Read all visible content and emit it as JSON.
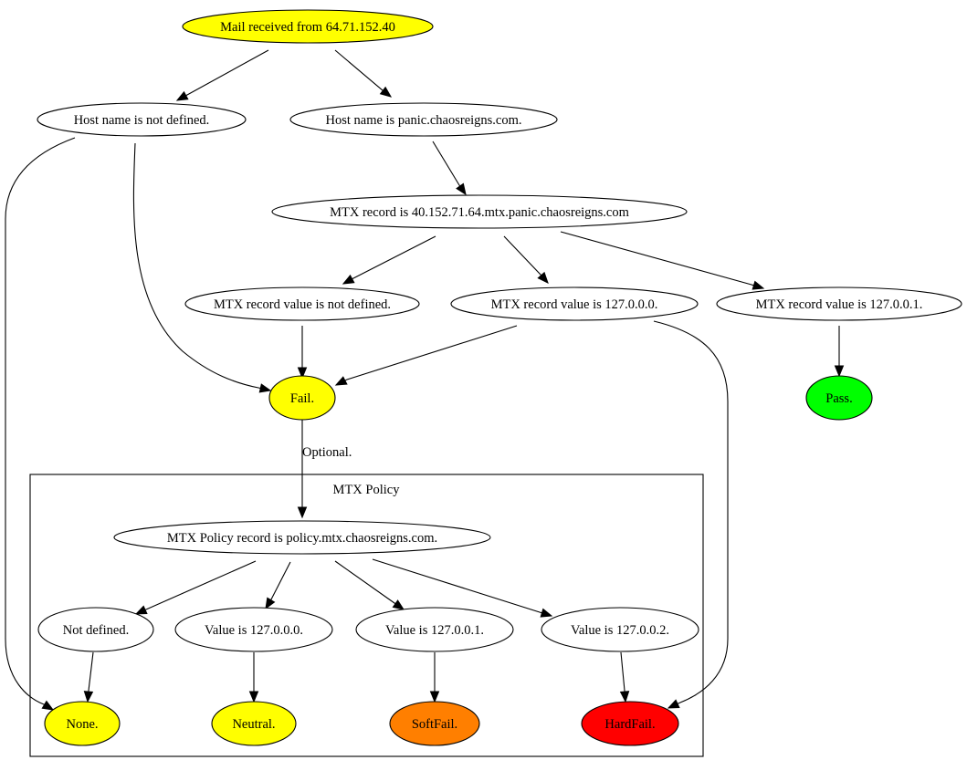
{
  "graph": {
    "cluster": {
      "label": "MTX Policy"
    },
    "colors": {
      "yellow": "#ffff00",
      "white": "#ffffff",
      "green": "#00ff00",
      "orange": "#ff7f00",
      "red": "#ff0000"
    },
    "nodes": [
      {
        "id": "mail",
        "label": "Mail received from 64.71.152.40",
        "fill": "#ffff00"
      },
      {
        "id": "host_undef",
        "label": "Host name is not defined.",
        "fill": "#ffffff"
      },
      {
        "id": "host_def",
        "label": "Host name is panic.chaosreigns.com.",
        "fill": "#ffffff"
      },
      {
        "id": "mtx_record",
        "label": "MTX record is 40.152.71.64.mtx.panic.chaosreigns.com",
        "fill": "#ffffff"
      },
      {
        "id": "mtx_undef",
        "label": "MTX record value is not defined.",
        "fill": "#ffffff"
      },
      {
        "id": "mtx_0",
        "label": "MTX record value is 127.0.0.0.",
        "fill": "#ffffff"
      },
      {
        "id": "mtx_1",
        "label": "MTX record value is 127.0.0.1.",
        "fill": "#ffffff"
      },
      {
        "id": "fail",
        "label": "Fail.",
        "fill": "#ffff00"
      },
      {
        "id": "pass",
        "label": "Pass.",
        "fill": "#00ff00"
      },
      {
        "id": "policy",
        "label": "MTX Policy record is policy.mtx.chaosreigns.com.",
        "fill": "#ffffff"
      },
      {
        "id": "p_undef",
        "label": "Not defined.",
        "fill": "#ffffff"
      },
      {
        "id": "p_0",
        "label": "Value is 127.0.0.0.",
        "fill": "#ffffff"
      },
      {
        "id": "p_1",
        "label": "Value is 127.0.0.1.",
        "fill": "#ffffff"
      },
      {
        "id": "p_2",
        "label": "Value is 127.0.0.2.",
        "fill": "#ffffff"
      },
      {
        "id": "none",
        "label": "None.",
        "fill": "#ffff00"
      },
      {
        "id": "neutral",
        "label": "Neutral.",
        "fill": "#ffff00"
      },
      {
        "id": "softfail",
        "label": "SoftFail.",
        "fill": "#ff7f00"
      },
      {
        "id": "hardfail",
        "label": "HardFail.",
        "fill": "#ff0000"
      }
    ],
    "edges": [
      {
        "from": "mail",
        "to": "host_undef",
        "label": ""
      },
      {
        "from": "mail",
        "to": "host_def",
        "label": ""
      },
      {
        "from": "host_def",
        "to": "mtx_record",
        "label": ""
      },
      {
        "from": "mtx_record",
        "to": "mtx_undef",
        "label": ""
      },
      {
        "from": "mtx_record",
        "to": "mtx_0",
        "label": ""
      },
      {
        "from": "mtx_record",
        "to": "mtx_1",
        "label": ""
      },
      {
        "from": "host_undef",
        "to": "none",
        "label": ""
      },
      {
        "from": "host_undef",
        "to": "fail",
        "label": ""
      },
      {
        "from": "mtx_undef",
        "to": "fail",
        "label": ""
      },
      {
        "from": "mtx_0",
        "to": "fail",
        "label": ""
      },
      {
        "from": "mtx_0",
        "to": "hardfail",
        "label": ""
      },
      {
        "from": "mtx_1",
        "to": "pass",
        "label": ""
      },
      {
        "from": "fail",
        "to": "policy",
        "label": "Optional."
      },
      {
        "from": "policy",
        "to": "p_undef",
        "label": ""
      },
      {
        "from": "policy",
        "to": "p_0",
        "label": ""
      },
      {
        "from": "policy",
        "to": "p_1",
        "label": ""
      },
      {
        "from": "policy",
        "to": "p_2",
        "label": ""
      },
      {
        "from": "p_undef",
        "to": "none",
        "label": ""
      },
      {
        "from": "p_0",
        "to": "neutral",
        "label": ""
      },
      {
        "from": "p_1",
        "to": "softfail",
        "label": ""
      },
      {
        "from": "p_2",
        "to": "hardfail",
        "label": ""
      }
    ]
  }
}
